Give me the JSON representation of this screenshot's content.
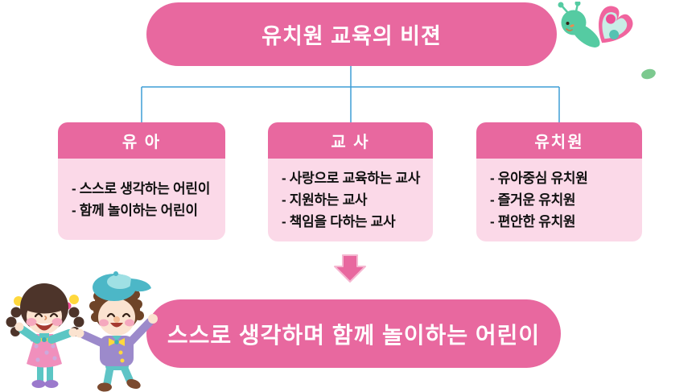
{
  "vision": {
    "title": "유치원 교육의 비젼"
  },
  "columns": [
    {
      "header": "유 아",
      "items": [
        "- 스스로 생각하는 어린이",
        "- 함께 놀이하는 어린이"
      ]
    },
    {
      "header": "교 사",
      "items": [
        "- 사랑으로 교육하는 교사",
        "- 지원하는 교사",
        "- 책임을 다하는 교사"
      ]
    },
    {
      "header": "유치원",
      "items": [
        "- 유아중심 유치원",
        "- 즐거운 유치원",
        "- 편안한 유치원"
      ]
    }
  ],
  "goal": {
    "label": "스스로 생각하며 함께 놀이하는 어린이"
  },
  "colors": {
    "pink": "#E8689F",
    "light_pink": "#FBD9E8",
    "connector_blue": "#3E9DD6",
    "arrow_outline": "#F5B8D1",
    "text_dark": "#111111",
    "white": "#FFFFFF"
  },
  "icons": {
    "butterfly": "butterfly-illustration",
    "leaf": "leaf-dot",
    "children": "children-holding-hands-illustration",
    "arrow": "down-arrow"
  }
}
